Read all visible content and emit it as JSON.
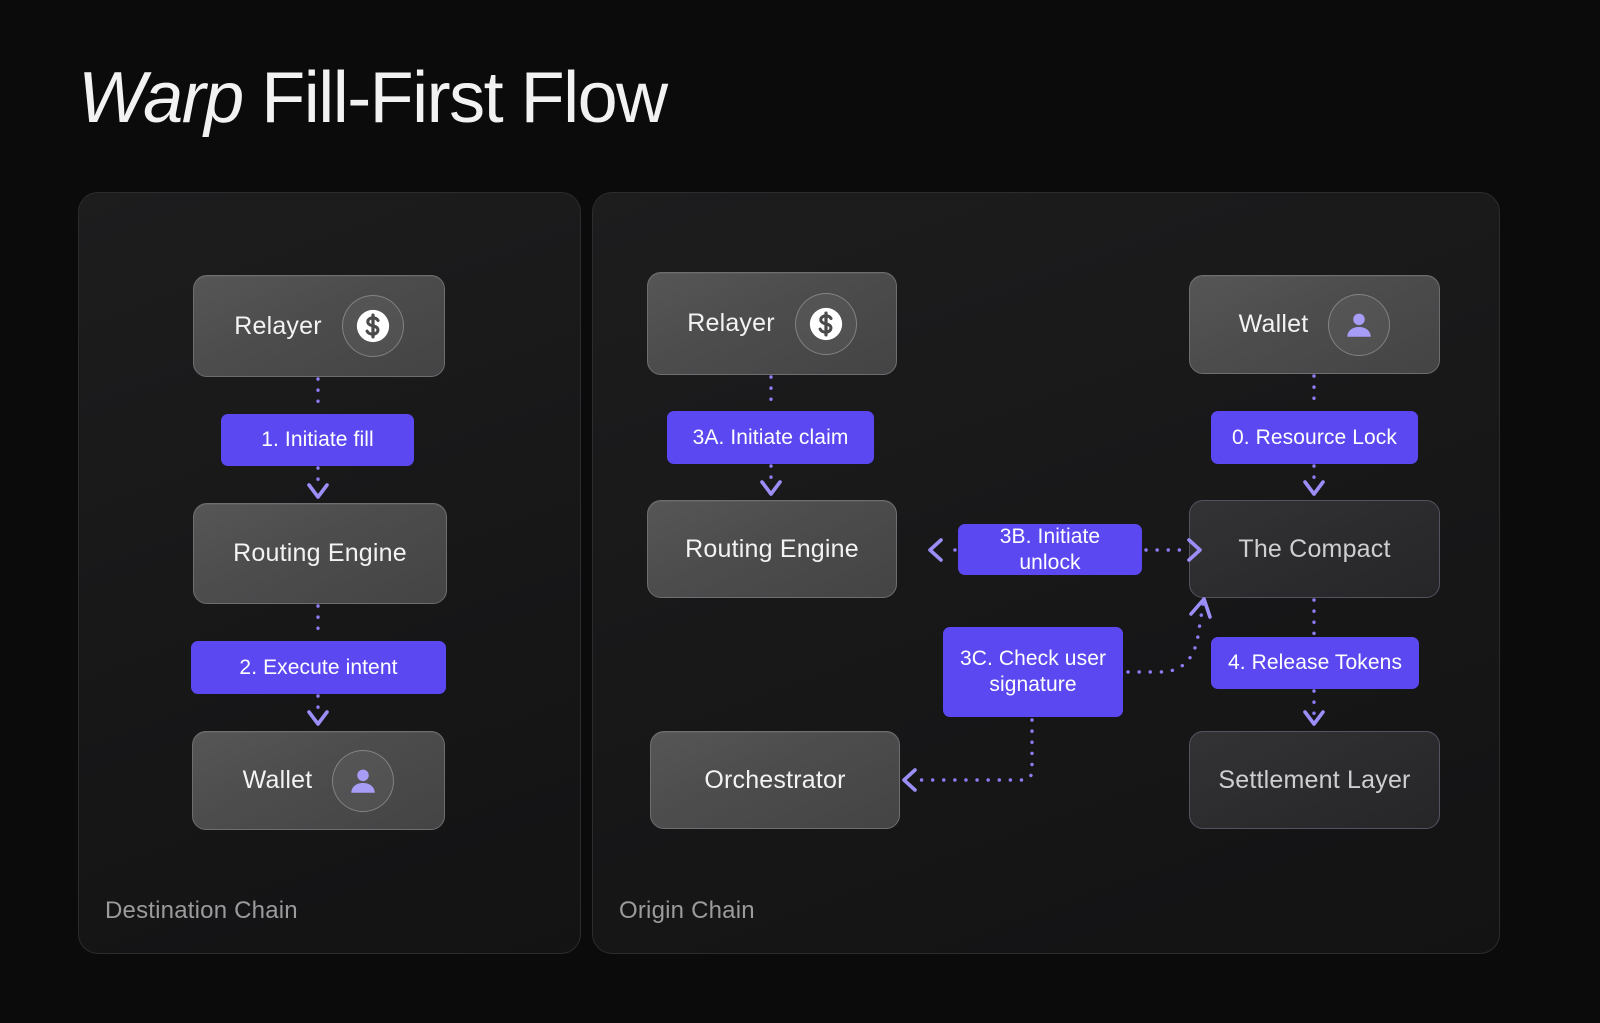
{
  "title": {
    "emphasis": "Warp",
    "rest": " Fill-First Flow"
  },
  "colors": {
    "accent": "#5B48F0",
    "panel_bg": "#1A1A1B",
    "page_bg": "#0B0B0C",
    "node_grey": "#4E4E4F",
    "node_dim": "#2D2D2F",
    "label_grey": "#9B9B9D"
  },
  "panels": [
    {
      "id": "destination",
      "label": "Destination Chain",
      "nodes": [
        {
          "name": "relayer",
          "label": "Relayer",
          "icon": "dollar-coin-icon",
          "style": "grey"
        },
        {
          "name": "routing-engine",
          "label": "Routing Engine",
          "icon": null,
          "style": "grey"
        },
        {
          "name": "wallet",
          "label": "Wallet",
          "icon": "person-icon",
          "style": "grey"
        }
      ],
      "steps": [
        {
          "name": "initiate-fill",
          "label": "1. Initiate fill"
        },
        {
          "name": "execute-intent",
          "label": "2. Execute intent"
        }
      ]
    },
    {
      "id": "origin",
      "label": "Origin Chain",
      "nodes": [
        {
          "name": "relayer",
          "label": "Relayer",
          "icon": "dollar-coin-icon",
          "style": "grey"
        },
        {
          "name": "routing-engine",
          "label": "Routing Engine",
          "icon": null,
          "style": "grey"
        },
        {
          "name": "orchestrator",
          "label": "Orchestrator",
          "icon": null,
          "style": "grey"
        },
        {
          "name": "wallet",
          "label": "Wallet",
          "icon": "person-icon",
          "style": "grey"
        },
        {
          "name": "the-compact",
          "label": "The Compact",
          "icon": null,
          "style": "dim"
        },
        {
          "name": "settlement-layer",
          "label": "Settlement Layer",
          "icon": null,
          "style": "dim"
        }
      ],
      "steps": [
        {
          "name": "initiate-claim",
          "label": "3A. Initiate claim"
        },
        {
          "name": "initiate-unlock",
          "label": "3B. Initiate unlock"
        },
        {
          "name": "check-user-signature",
          "label": "3C. Check user\nsignature"
        },
        {
          "name": "resource-lock",
          "label": "0. Resource Lock"
        },
        {
          "name": "release-tokens",
          "label": "4. Release Tokens"
        }
      ]
    }
  ]
}
